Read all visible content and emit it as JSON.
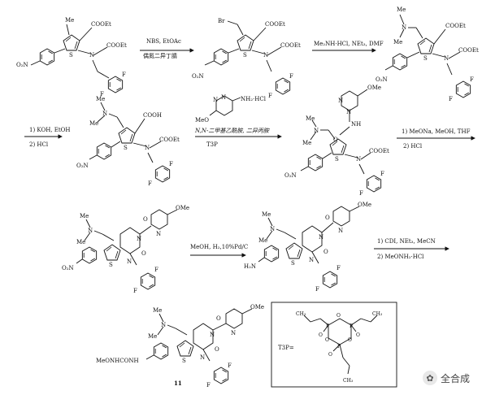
{
  "arrows": [
    {
      "id": "a1",
      "lines": [
        "NBS, EtOAc",
        "偶氮二异丁腈"
      ]
    },
    {
      "id": "a2",
      "lines": [
        "Me₂NH·HCl, NEt₃, DMF"
      ]
    },
    {
      "id": "a3",
      "lines": [
        "1) KOH, EtOH",
        "2) HCl"
      ]
    },
    {
      "id": "a4",
      "lines": [
        "N,N-二甲基乙酰胺, 二异丙胺",
        "T3P"
      ]
    },
    {
      "id": "a5",
      "lines": [
        "1) MeONa, MeOH, THF",
        "2) HCl"
      ]
    },
    {
      "id": "a6",
      "lines": [
        "MeOH, H₂,10%Pd/C"
      ]
    },
    {
      "id": "a7",
      "lines": [
        "1) CDI, NEt₃, MeCN",
        "2) MeONH₂·HCl"
      ]
    }
  ],
  "labels": {
    "cooet": "COOEt",
    "cooh": "COOH",
    "me": "Me",
    "br": "Br",
    "f": "F",
    "s": "S",
    "n": "N",
    "no2": "O₂N",
    "h2n": "H₂N",
    "me2n": "N",
    "ome": "OMe",
    "meo": "MeO",
    "nh2hcl": "NH₂·HCl",
    "nh": "NH",
    "o": "O",
    "p": "P",
    "urea": "MeONHCONH",
    "t3p": "T3P=",
    "compound": "11",
    "propyl_top_l": "CH₃",
    "propyl_top_r": "CH₃",
    "propyl_bot": "CH₃"
  },
  "watermark": {
    "text": "全合成",
    "icon": "wechat-icon"
  }
}
